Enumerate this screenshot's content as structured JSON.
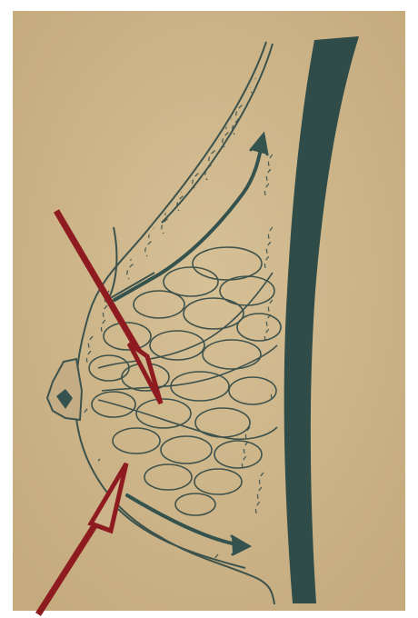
{
  "diagram": {
    "subject": "breast-cross-section",
    "colors": {
      "paper": "#cdb58b",
      "ink": "#34524e",
      "chest_wall": "#2e4a47",
      "pointer_arrows": "#8e1b1f",
      "border": "#ffffff"
    },
    "elements": [
      "chest-wall-band",
      "skin-outline",
      "fatty-tissue-layer",
      "glandular-lobules",
      "nipple",
      "upper-duct-arrow",
      "lower-duct-arrow",
      "upper-red-pointer-arrow",
      "lower-red-pointer-arrow"
    ]
  }
}
